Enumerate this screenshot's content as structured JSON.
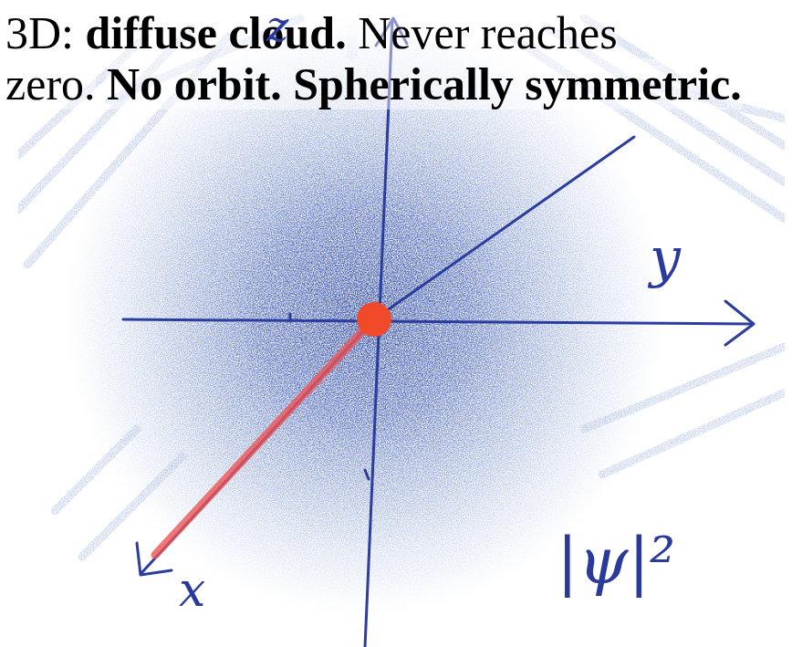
{
  "diagram": {
    "labels": [
      "3D:",
      "diffuse cloud.",
      "Never reaches zero.",
      "No orbit. Spherically symmetric.",
      "z",
      "y",
      "x",
      "|ψ|²"
    ]
  }
}
